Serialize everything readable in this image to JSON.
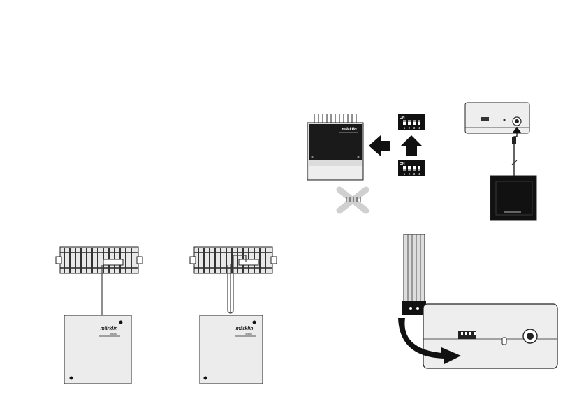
{
  "brand": {
    "logo_text": "märklin",
    "logo_sub": "digital"
  },
  "dip_switch": {
    "on_label": "ON",
    "numbers": [
      "1",
      "2",
      "3",
      "4"
    ]
  },
  "colors": {
    "line": "#222222",
    "box_fill": "#eeeeee",
    "dark_fill": "#1a1a1a",
    "panel_fill": "#dcdcdc",
    "cross": "#d0d0d0",
    "arrow": "#111111"
  },
  "icons": [
    "arrow-left-icon",
    "arrow-up-icon",
    "arrow-curved-icon",
    "cross-icon"
  ]
}
